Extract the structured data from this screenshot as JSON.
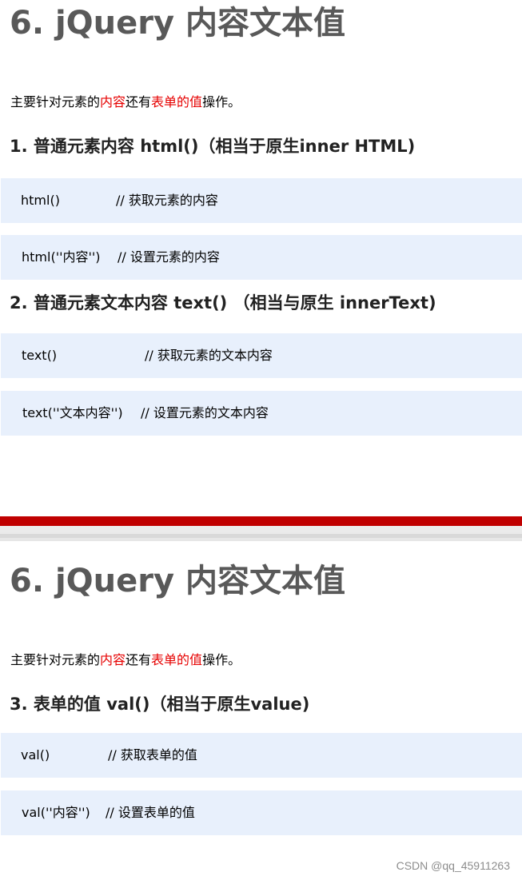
{
  "slide1": {
    "title": "6. jQuery 内容文本值",
    "intro": {
      "prefix": "主要针对元素的",
      "highlight1": "内容",
      "middle": "还有",
      "highlight2": "表单的值",
      "suffix": "操作。"
    },
    "section1": {
      "heading": "1. 普通元素内容 html()（相当于原生inner HTML)",
      "rows": [
        {
          "call": "html()",
          "comment": "// 获取元素的内容"
        },
        {
          "call": "html(''内容'')",
          "comment": "// 设置元素的内容"
        }
      ]
    },
    "section2": {
      "heading": "2. 普通元素文本内容 text()  （相当与原生 innerText)",
      "rows": [
        {
          "call": "text()",
          "comment": "// 获取元素的文本内容"
        },
        {
          "call": "text(''文本内容'')",
          "comment": "// 设置元素的文本内容"
        }
      ]
    }
  },
  "slide2": {
    "title": "6. jQuery 内容文本值",
    "intro": {
      "prefix": "主要针对元素的",
      "highlight1": "内容",
      "middle": "还有",
      "highlight2": "表单的值",
      "suffix": "操作。"
    },
    "section3": {
      "heading": "3. 表单的值 val()（相当于原生value)",
      "rows": [
        {
          "call": "val()",
          "comment": "// 获取表单的值"
        },
        {
          "call": "val(''内容'')",
          "comment": "// 设置表单的值"
        }
      ]
    }
  },
  "watermark": "CSDN @qq_45911263",
  "colors": {
    "title": "#595959",
    "highlight": "#e60000",
    "code_background": "#e8f0fc",
    "divider_red": "#c00000"
  }
}
